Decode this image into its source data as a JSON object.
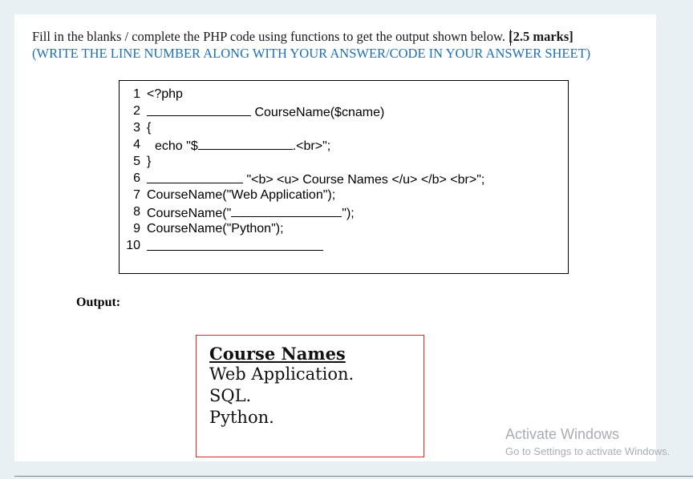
{
  "question": {
    "instruction": "Fill in the blanks / complete the PHP code using functions to get the output shown below.",
    "marks": "[2.5 marks]",
    "note": "(WRITE THE LINE NUMBER ALONG WITH YOUR ANSWER/CODE IN YOUR ANSWER SHEET)"
  },
  "code": {
    "numbers": [
      "1",
      "2",
      "3",
      "4",
      "5",
      "6",
      "7",
      "8",
      "9",
      "10"
    ],
    "line1": "<?php",
    "line2_after": "CourseName($cname)",
    "line3": "{",
    "line4_before": "echo \"$",
    "line4_after": ".<br>\";",
    "line5": "}",
    "line6_after": "\"<b> <u> Course Names </u> </b> <br>\";",
    "line7": "CourseName(\"Web Application\");",
    "line8_before": "CourseName(\"",
    "line8_after": "\");",
    "line9": "CourseName(\"Python\");"
  },
  "output": {
    "label": "Output:",
    "title": "Course Names",
    "items": [
      "Web Application.",
      "SQL.",
      "Python."
    ]
  },
  "watermark": {
    "line1": "Activate Windows",
    "line2": "Go to Settings to activate Windows."
  }
}
